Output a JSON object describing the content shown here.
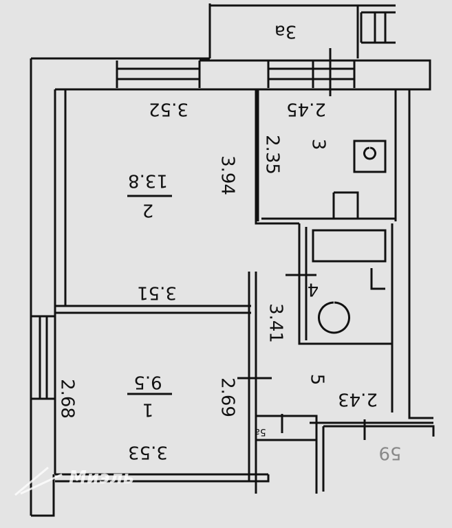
{
  "rooms": {
    "r3a": {
      "label": "3a"
    },
    "r3": {
      "label": "3",
      "width": "2.45",
      "depth": "2.35"
    },
    "r2": {
      "label": "2",
      "area": "13.8",
      "top": "3.52",
      "side": "3.94",
      "bottom": "3.51"
    },
    "r4": {
      "label": "4"
    },
    "r5": {
      "label": "5",
      "width": "2.43",
      "side": "3.41"
    },
    "r5a": {
      "label": "5a"
    },
    "r1": {
      "label": "1",
      "area": "9.5",
      "left": "2.68",
      "right": "2.69",
      "bottom": "3.53"
    }
  },
  "apartment_number": "59",
  "watermark": "Миэль"
}
